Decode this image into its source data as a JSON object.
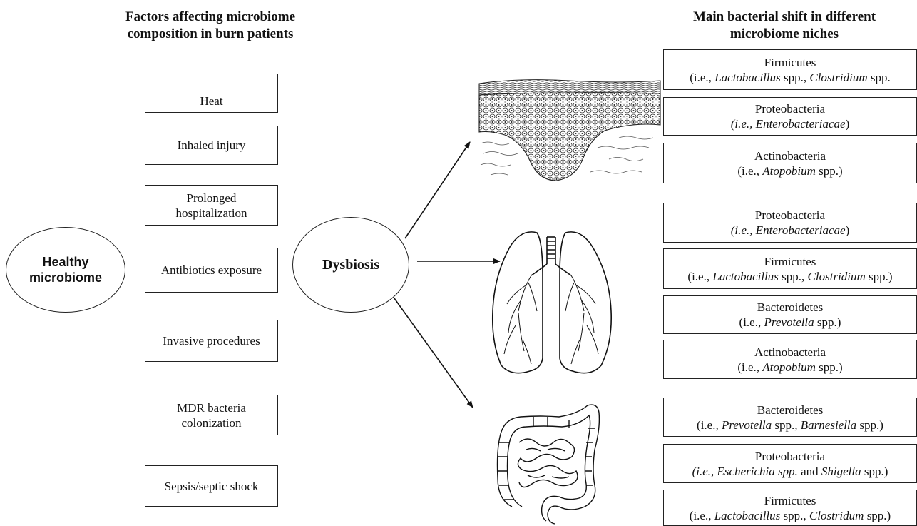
{
  "headings": {
    "factors": [
      "Factors affecting microbiome",
      "composition in burn patients"
    ],
    "shifts": [
      "Main bacterial shift in different",
      "microbiome niches"
    ]
  },
  "nodes": {
    "healthy": [
      "Healthy",
      "microbiome"
    ],
    "dysbiosis": "Dysbiosis"
  },
  "factors": [
    [
      "Heat"
    ],
    [
      "Inhaled injury"
    ],
    [
      "Prolonged",
      "hospitalization"
    ],
    [
      "Antibiotics exposure"
    ],
    [
      "Invasive procedures"
    ],
    [
      "MDR bacteria",
      "colonization"
    ],
    [
      "Sepsis/septic shock"
    ]
  ],
  "niches": {
    "skin": {
      "icon": "skin-tissue-icon",
      "shifts": [
        {
          "phylum": "Firmicutes",
          "examples": [
            [
              "(i.e., ",
              false
            ],
            [
              "Lactobacillus",
              true
            ],
            [
              " spp., ",
              false
            ],
            [
              "Clostridium",
              true
            ],
            [
              " spp.",
              false
            ]
          ]
        },
        {
          "phylum": "Proteobacteria",
          "examples": [
            [
              "(i.e., Enterobacteriacae",
              true
            ],
            [
              ")",
              false
            ]
          ]
        },
        {
          "phylum": "Actinobacteria",
          "examples": [
            [
              "(i.e., ",
              false
            ],
            [
              "Atopobium",
              true
            ],
            [
              " spp.)",
              false
            ]
          ]
        }
      ]
    },
    "lung": {
      "icon": "lungs-icon",
      "shifts": [
        {
          "phylum": "Proteobacteria",
          "examples": [
            [
              "(i.e., Enterobacteriacae",
              true
            ],
            [
              ")",
              false
            ]
          ]
        },
        {
          "phylum": "Firmicutes",
          "examples": [
            [
              "(i.e., ",
              false
            ],
            [
              "Lactobacillus",
              true
            ],
            [
              " spp., ",
              false
            ],
            [
              "Clostridium",
              true
            ],
            [
              " spp.)",
              false
            ]
          ]
        },
        {
          "phylum": "Bacteroidetes",
          "examples": [
            [
              "(i.e., ",
              false
            ],
            [
              "Prevotella",
              true
            ],
            [
              " spp.)",
              false
            ]
          ]
        },
        {
          "phylum": "Actinobacteria",
          "examples": [
            [
              "(i.e., ",
              false
            ],
            [
              "Atopobium",
              true
            ],
            [
              " spp.)",
              false
            ]
          ]
        }
      ]
    },
    "gut": {
      "icon": "intestine-icon",
      "shifts": [
        {
          "phylum": "Bacteroidetes",
          "examples": [
            [
              "(i.e., ",
              false
            ],
            [
              "Prevotella",
              true
            ],
            [
              " spp., ",
              false
            ],
            [
              "Barnesiella",
              true
            ],
            [
              " spp.)",
              false
            ]
          ]
        },
        {
          "phylum": "Proteobacteria",
          "examples": [
            [
              "(i.e., Escherichia spp.",
              true
            ],
            [
              " and ",
              false
            ],
            [
              "Shigella",
              true
            ],
            [
              " spp.)",
              false
            ]
          ]
        },
        {
          "phylum": "Firmicutes",
          "examples": [
            [
              "(i.e., ",
              false
            ],
            [
              "Lactobacillus",
              true
            ],
            [
              " spp., ",
              false
            ],
            [
              "Clostridum",
              true
            ],
            [
              " spp.)",
              false
            ]
          ]
        }
      ]
    }
  }
}
